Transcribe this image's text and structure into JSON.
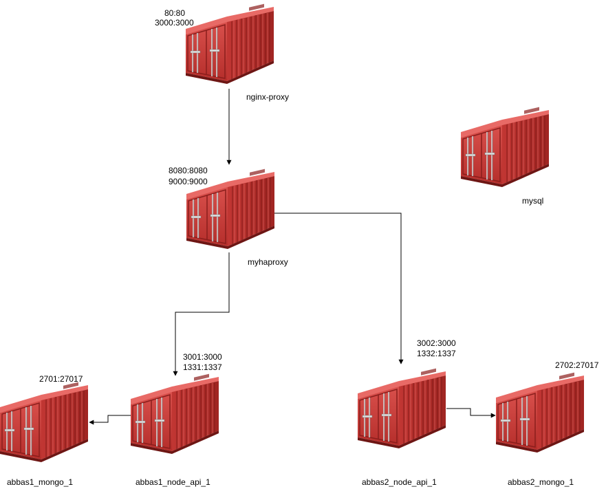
{
  "containers": [
    {
      "id": "nginx",
      "name": "nginx-proxy",
      "ports": [
        "80:80",
        "3000:3000"
      ]
    },
    {
      "id": "haproxy",
      "name": "myhaproxy",
      "ports": [
        "8080:8080",
        "9000:9000"
      ]
    },
    {
      "id": "mysql",
      "name": "mysql",
      "ports": []
    },
    {
      "id": "api1",
      "name": "abbas1_node_api_1",
      "ports": [
        "3001:3000",
        "1331:1337"
      ]
    },
    {
      "id": "mongo1",
      "name": "abbas1_mongo_1",
      "ports": [
        "2701:27017"
      ]
    },
    {
      "id": "api2",
      "name": "abbas2_node_api_1",
      "ports": [
        "3002:3000",
        "1332:1337"
      ]
    },
    {
      "id": "mongo2",
      "name": "abbas2_mongo_1",
      "ports": [
        "2702:27017"
      ]
    }
  ],
  "connections": [
    {
      "from": "nginx-proxy",
      "to": "myhaproxy"
    },
    {
      "from": "myhaproxy",
      "to": "abbas1_node_api_1"
    },
    {
      "from": "myhaproxy",
      "to": "abbas2_node_api_1"
    },
    {
      "from": "abbas1_node_api_1",
      "to": "abbas1_mongo_1"
    },
    {
      "from": "abbas2_node_api_1",
      "to": "abbas2_mongo_1"
    }
  ],
  "colors": {
    "container_front": "#c83a37",
    "container_side": "#9e2422",
    "container_top": "#e2625e",
    "line": "#000000"
  }
}
